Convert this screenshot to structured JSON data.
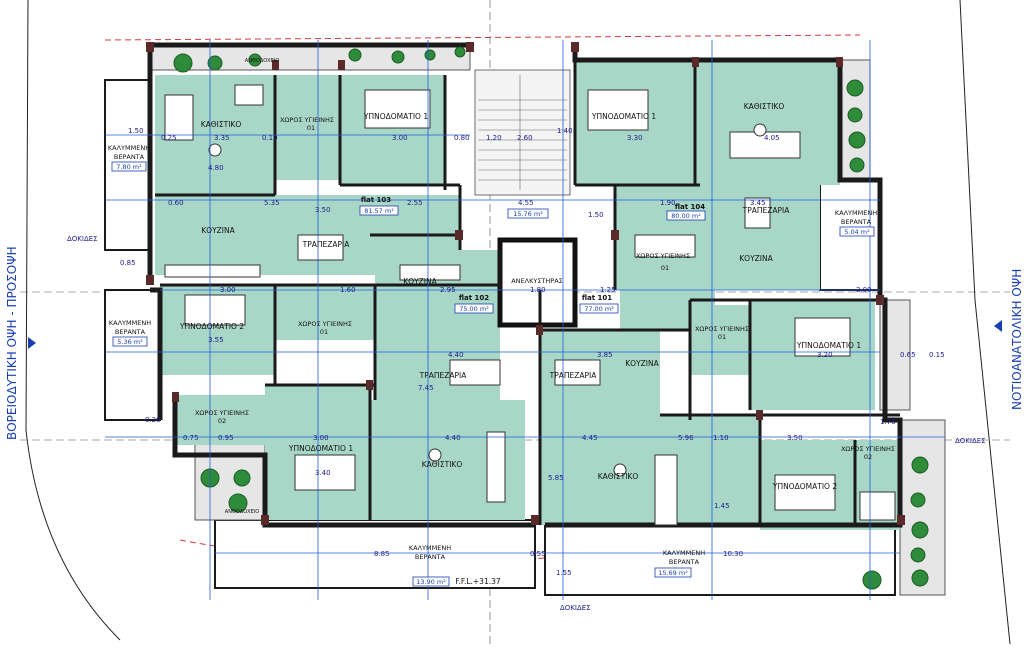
{
  "flats": [
    {
      "id": "flat_103",
      "label": "flat 103",
      "area": "81.57 m²"
    },
    {
      "id": "flat_104",
      "label": "flat 104",
      "area": "80.00 m²"
    },
    {
      "id": "flat_102",
      "label": "flat 102",
      "area": "75.00 m²"
    },
    {
      "id": "flat_101",
      "label": "flat 101",
      "area": "77.00 m²"
    }
  ],
  "rooms": {
    "living_103": "ΚΑΘΙΣΤΙΚΟ",
    "bath_103": "ΧΩΡΟΣ ΥΓΙΕΙΝΗΣ",
    "bath_103_no": "01",
    "bed1_103": "ΥΠΝΟΔΟΜΑΤΙΟ 1",
    "kitchen_103": "ΚΟΥΖΙΝΑ",
    "dining_103": "ΤΡΑΠΕΖΑΡΙΑ",
    "bed1_104": "ΥΠΝΟΔΟΜΑΤΙΟ 1",
    "living_104": "ΚΑΘΙΣΤΙΚΟ",
    "dining_104": "ΤΡΑΠΕΖΑΡΙΑ",
    "bath_104": "ΧΩΡΟΣ ΥΓΙΕΙΝΗΣ",
    "bath_104_no": "01",
    "kitchen_104": "ΚΟΥΖΙΝΑ",
    "bed2_102": "ΥΠΝΟΔΟΜΑΤΙΟ 2",
    "bath_102": "ΧΩΡΟΣ ΥΓΙΕΙΝΗΣ",
    "bath_102_no": "01",
    "kitchen_102": "ΚΟΥΖΙΝΑ",
    "dining_102": "ΤΡΑΠΕΖΑΡΙΑ",
    "bath2_102": "ΧΩΡΟΣ ΥΓΙΕΙΝΗΣ",
    "bath2_102_no": "02",
    "bed1_102": "ΥΠΝΟΔΟΜΑΤΙΟ 1",
    "living_102": "ΚΑΘΙΣΤΙΚΟ",
    "lift": "ΑΝΕΛΚΥΣΤΗΡΑΣ",
    "dining_101": "ΤΡΑΠΕΖΑΡΙΑ",
    "kitchen_101": "ΚΟΥΖΙΝΑ",
    "bath_101": "ΧΩΡΟΣ ΥΓΙΕΙΝΗΣ",
    "bath_101_no": "01",
    "bed1_101": "ΥΠΝΟΔΟΜΑΤΙΟ 1",
    "living_101": "ΚΑΘΙΣΤΙΚΟ",
    "bath2_101": "ΧΩΡΟΣ ΥΓΙΕΙΝΗΣ",
    "bath2_101_no": "02",
    "bed2_101": "ΥΠΝΟΔΟΜΑΤΙΟ 2"
  },
  "verandas": {
    "label_1": "ΚΑΛΥΜΜΕΝΗ",
    "label_2": "ΒΕΡΑΝΤΑ",
    "v_top_left_area": "7.80 m²",
    "v_mid_left_area": "5.36 m²",
    "v_right_area": "5.04 m²",
    "v_bottom_left_area": "13.90 m²",
    "v_bottom_right_area": "15.69 m²"
  },
  "stair_area": "15.76 m²",
  "ffl": "F.F.L.+31.37",
  "beams": "ΔΟΚΙΔΕΣ",
  "facade_left": "ΒΟΡΕΙΟΔΥΤΙΚΗ ΟΨΗ - ΠΡΟΣΟΨΗ",
  "facade_right": "ΝΟΤΙΟΑΝΑΤΟΛΙΚΗ ΟΨΗ",
  "small_label": "ΑΝΘΟΔΟΧΕΙΟ",
  "dims": {
    "d_150a": "1.50",
    "d_025a": "0.25",
    "d_335": "3.35",
    "d_010a": "0.10",
    "d_300a": "3.00",
    "d_080": "0.80",
    "d_120": "1.20",
    "d_260": "2.60",
    "d_140": "1.40",
    "d_330": "3.30",
    "d_405": "4.05",
    "d_060a": "0.60",
    "d_535": "5.35",
    "d_255": "2.55",
    "d_455": "4.55",
    "d_150b": "1.50",
    "d_190": "1.90",
    "d_345": "3.45",
    "d_295": "2.95",
    "d_180": "1.80",
    "d_125": "1.25",
    "d_200": "2.00",
    "d_300b": "3.00",
    "d_160a": "1.60",
    "d_440a": "4.40",
    "d_385": "3.85",
    "d_745": "7.45",
    "d_585": "5.85",
    "d_596": "5.96",
    "d_445": "4.45",
    "d_320": "3.20",
    "d_110": "1.10",
    "d_350": "3.50",
    "d_075": "0.75",
    "d_095": "0.95",
    "d_300c": "3.00",
    "d_440b": "4.40",
    "d_885": "8.85",
    "d_1030": "10.30",
    "d_055": "0.55",
    "d_480": "4.80",
    "d_350b": "3.50",
    "d_355": "3.55",
    "d_340": "3.40",
    "d_015": "0.15",
    "d_065": "0.65",
    "d_170": "1.70",
    "d_145": "1.45",
    "d_155": "1.55",
    "d_020": "0.20",
    "d_085": "0.85"
  }
}
